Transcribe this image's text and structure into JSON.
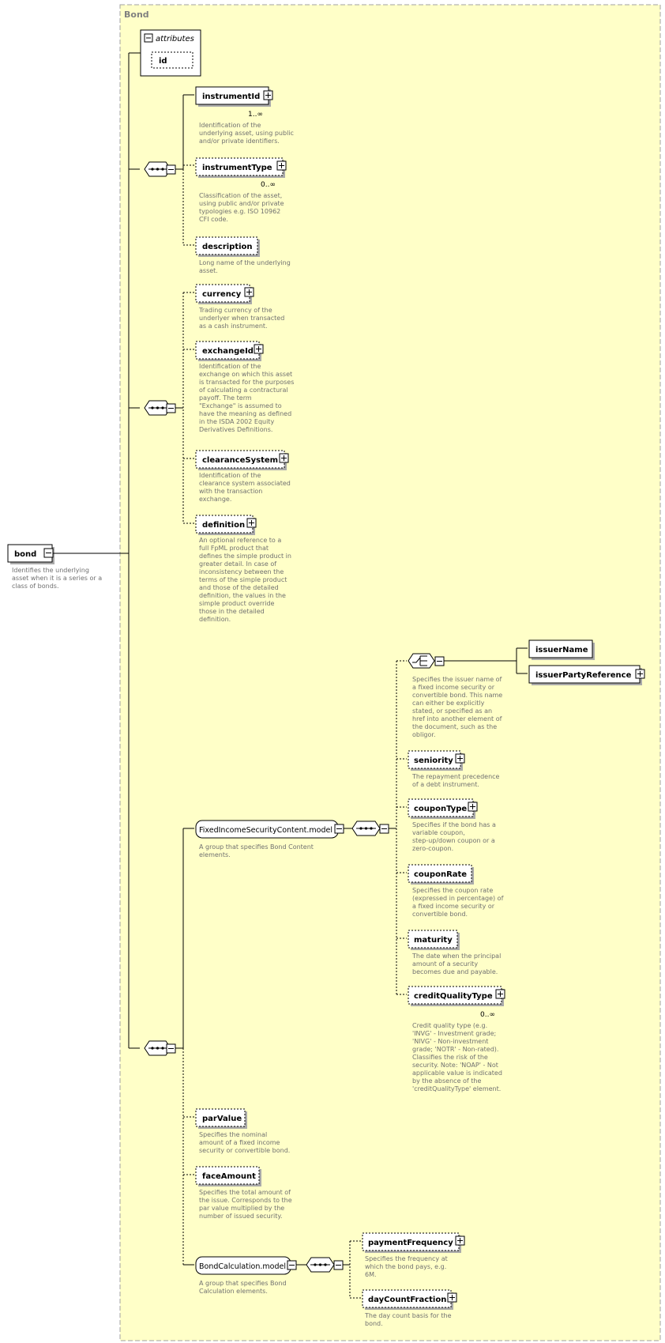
{
  "container_title": "Bond",
  "root": {
    "label": "bond",
    "desc": [
      "Identifies the underlying",
      "asset when it is a series or a",
      "class of bonds."
    ]
  },
  "attributes": {
    "title": "attributes",
    "id_label": "id"
  },
  "group1": {
    "instrumentId": {
      "label": "instrumentId",
      "occ": "1..∞",
      "desc": [
        "Identification of the",
        "underlying asset, using public",
        "and/or private identifiers."
      ]
    },
    "instrumentType": {
      "label": "instrumentType",
      "occ": "0..∞",
      "desc": [
        "Classification of the asset,",
        "using public and/or private",
        "typologies e.g. ISO 10962",
        "CFI code."
      ]
    },
    "description": {
      "label": "description",
      "desc": [
        "Long name of the underlying",
        "asset."
      ]
    }
  },
  "group2": {
    "currency": {
      "label": "currency",
      "desc": [
        "Trading currency of the",
        "underlyer when transacted",
        "as a cash instrument."
      ]
    },
    "exchangeId": {
      "label": "exchangeId",
      "desc": [
        "Identification of the",
        "exchange on which this asset",
        "is transacted for the purposes",
        "of calculating a contractural",
        "payoff. The term",
        "\"Exchange\" is assumed to",
        "have the meaning as defined",
        "in the ISDA 2002 Equity",
        "Derivatives Definitions."
      ]
    },
    "clearanceSystem": {
      "label": "clearanceSystem",
      "desc": [
        "Identification of the",
        "clearance system associated",
        "with the transaction",
        "exchange."
      ]
    },
    "definition": {
      "label": "definition",
      "desc": [
        "An optional reference to a",
        "full FpML product that",
        "defines the simple product in",
        "greater detail. In case of",
        "inconsistency between the",
        "terms of the simple product",
        "and those of the detailed",
        "definition, the values in the",
        "simple product override",
        "those in the detailed",
        "definition."
      ]
    }
  },
  "group3": {
    "fixedIncome": {
      "label": "FixedIncomeSecurityContent.model",
      "desc": [
        "A group that specifies Bond Content",
        "elements."
      ]
    },
    "choice": {
      "desc": [
        "Specifies the issuer name of",
        "a fixed income security or",
        "convertible bond. This name",
        "can either be explicitly",
        "stated, or specified as an",
        "href into another element of",
        "the document, such as the",
        "obligor."
      ]
    },
    "issuerName": {
      "label": "issuerName"
    },
    "issuerPartyReference": {
      "label": "issuerPartyReference"
    },
    "seniority": {
      "label": "seniority",
      "desc": [
        "The repayment precedence",
        "of a debt instrument."
      ]
    },
    "couponType": {
      "label": "couponType",
      "desc": [
        "Specifies if the bond has a",
        "variable coupon,",
        "step-up/down coupon or a",
        "zero-coupon."
      ]
    },
    "couponRate": {
      "label": "couponRate",
      "desc": [
        "Specifies the coupon rate",
        "(expressed in percentage) of",
        "a fixed income security or",
        "convertible bond."
      ]
    },
    "maturity": {
      "label": "maturity",
      "desc": [
        "The date when the principal",
        "amount of a security",
        "becomes due and payable."
      ]
    },
    "creditQualityType": {
      "label": "creditQualityType",
      "occ": "0..∞",
      "desc": [
        "Credit quality type (e.g.",
        "'INVG' - Investment grade;",
        "'NIVG' - Non-investment",
        "grade; 'NOTR' - Non-rated).",
        "Classifies the risk of the",
        "security. Note: 'NOAP' - Not",
        "applicable value is indicated",
        "by the absence of the",
        "'creditQualityType' element."
      ]
    },
    "parValue": {
      "label": "parValue",
      "desc": [
        "Specifies the nominal",
        "amount of a fixed income",
        "security or convertible bond."
      ]
    },
    "faceAmount": {
      "label": "faceAmount",
      "desc": [
        "Specifies the total amount of",
        "the issue. Corresponds to the",
        "par value multiplied by the",
        "number of issued security."
      ]
    },
    "bondCalc": {
      "label": "BondCalculation.model",
      "desc": [
        "A group that specifies Bond",
        "Calculation elements."
      ]
    },
    "paymentFrequency": {
      "label": "paymentFrequency",
      "desc": [
        "Specifies the frequency at",
        "which the bond pays, e.g.",
        "6M."
      ]
    },
    "dayCountFraction": {
      "label": "dayCountFraction",
      "desc": [
        "The day count basis for the",
        "bond."
      ]
    }
  }
}
